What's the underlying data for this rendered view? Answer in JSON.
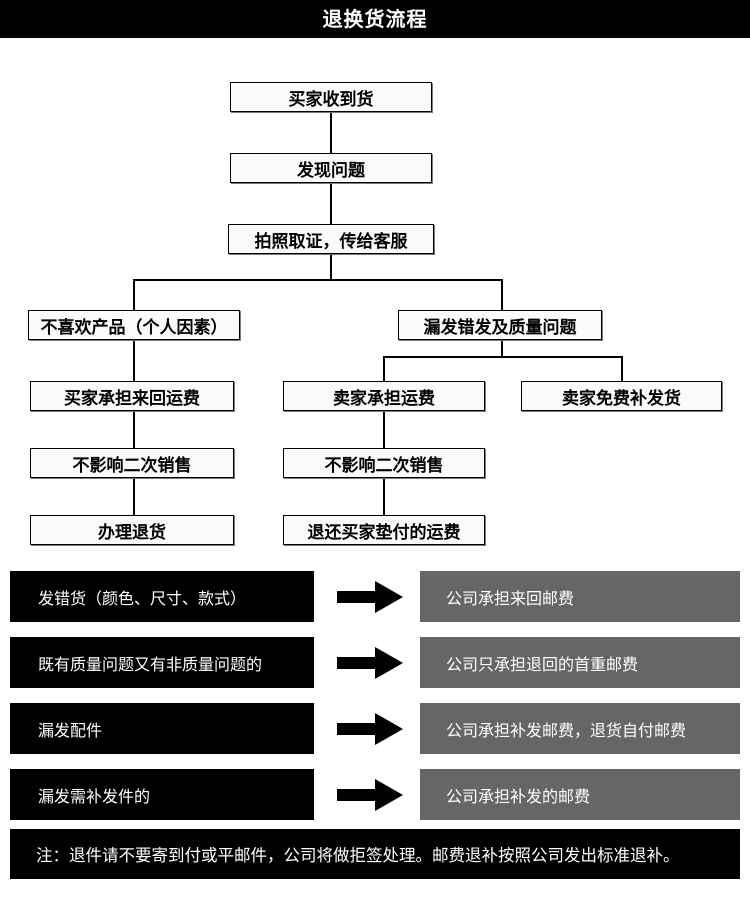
{
  "header": {
    "title": "退换货流程"
  },
  "flowchart": {
    "nodes": {
      "received": "买家收到货",
      "found_problem": "发现问题",
      "photo_evidence": "拍照取证，传给客服",
      "branch_personal": "不喜欢产品（个人因素）",
      "branch_quality": "漏发错发及质量问题",
      "buyer_pays_roundtrip": "买家承担来回运费",
      "seller_pays_shipping": "卖家承担运费",
      "seller_free_reship": "卖家免费补发货",
      "no_affect_resale_left": "不影响二次销售",
      "no_affect_resale_mid": "不影响二次销售",
      "process_return": "办理退货",
      "refund_prepaid_shipping": "退还买家垫付的运费"
    }
  },
  "policy_rows": [
    {
      "condition": "发错货（颜色、尺寸、款式）",
      "result": "公司承担来回邮费"
    },
    {
      "condition": "既有质量问题又有非质量问题的",
      "result": "公司只承担退回的首重邮费"
    },
    {
      "condition": "漏发配件",
      "result": "公司承担补发邮费，退货自付邮费"
    },
    {
      "condition": "漏发需补发件的",
      "result": "公司承担补发的邮费"
    }
  ],
  "note": {
    "text": "注：退件请不要寄到付或平邮件，公司将做拒签处理。邮费退补按照公司发出标准退补。"
  },
  "colors": {
    "header_bg": "#000000",
    "header_text": "#ffffff",
    "box_border": "#000000",
    "box_bg": "#fafafa",
    "condition_bg": "#000000",
    "result_bg": "#666666",
    "arrow": "#000000"
  }
}
